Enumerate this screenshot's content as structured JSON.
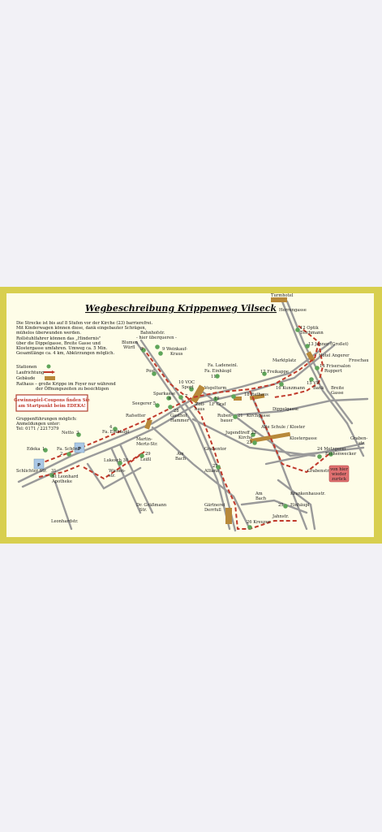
{
  "title": "Wegbeschreibung Krippenweg Vilseck",
  "intro": [
    "Die Strecke ist bis auf 8 Stufen vor der Kirche (23) barrierefrei.",
    "Mit Kinderwagen können diese, dank eingebauter Schrägen,",
    "mühelos überwunden werden.",
    "Rollstuhlfahrer können das „Hindernis\"",
    "über die Dippelgasse, Breite Gasse und",
    "Klostergasse umfahren. Umweg ca. 5 Min.",
    "Gesamtlänge ca. 4 km, Abkürzungen möglich."
  ],
  "legend": {
    "stations": "Stationen",
    "route": "Laufrichtung",
    "building": "Gebäude",
    "rathaus": [
      "Rathaus – große Krippe im Foyer nur während",
      "der Öffnungszeiten zu besichtigen"
    ]
  },
  "coupon": [
    "Gewinnspiel-Coupons finden Sie",
    "am Startpunkt beim EDEKA!"
  ],
  "groups": [
    "Gruppenführungen möglich:",
    "Anmeldungen unter:",
    "Tel: 0171 / 2217379"
  ],
  "back_box": [
    "von hier",
    "wieder",
    "zurück"
  ],
  "parking": "P",
  "colors": {
    "route": "#c0392b",
    "station": "#5fa55a",
    "building": "#b8893a",
    "road": "#9a9a9a",
    "border": "#d8cf4f",
    "paper": "#fefde8"
  },
  "labels": {
    "turmhotel": "Turmhotel",
    "herrengasse": "Herrengasse",
    "optik": "12 Optik",
    "teichmann": "Teichmann",
    "jenner": "13 Jenner (Großet)",
    "hotel_angerer": "Hotel Angerer",
    "frosch": "Froschau",
    "friseur1": "14 Frisersalon",
    "friseur2": "Ruppert",
    "vr": "15 VR",
    "bank": "Bank",
    "breite1": "Breite",
    "breite2": "Gasse",
    "marktplatz": "Marktplatz",
    "freikappe": "17 Freikappe",
    "kunzmann": "16 Kunzmann",
    "bahnhofstr1": "Bahnhofstr.",
    "bahnhofstr2": "- hier überqueren -",
    "blumen1": "Blumen",
    "blumen2": "Würfl",
    "s8": "8",
    "weinkauf1": "9 Weinkauf-",
    "weinkauf2": "Kraus",
    "post": "Post",
    "voc1": "10 VOC",
    "voc2": "Sport",
    "ladenein1": "Fa. Ladeneinl.",
    "ladenein2": "Fa. Einhäupl",
    "s11": "11",
    "vogelturm": "Vogelturm",
    "sparkasse": "Sparkasse",
    "s6": "6",
    "s7": "7",
    "zoll1": "Zoll-",
    "zoll2": "haus",
    "lfgraf1": "19",
    "lfgraf2": "LF Graf",
    "rathaus18": "18 Rathaus",
    "seegerer": "Seegerer 5",
    "gasthof1": "28",
    "gasthof2": "Gasthof",
    "gasthof3": "Hammer",
    "rubenbauer1": "Ruben-",
    "rubenbauer2": "bauer",
    "s21": "21",
    "kirchgasse": "Kirchgasse",
    "dippelgasse": "Dippelgasse",
    "rafsetter": "Rafsetter",
    "einhaupl4": "4",
    "einhaupl4b": "Fa. Einhäupl",
    "alteschule": "Alte Schule / Kloster",
    "jugendtreff1": "Jugendtreff 22",
    "jugendtreff2": "Kirche",
    "jugendtreff3": "23",
    "klostergasse": "Klostergasse",
    "graben1": "Graben-",
    "graben2": "str.",
    "netto": "Netto",
    "s3": "3",
    "edeka": "Edeka",
    "s1": "1",
    "schoenl1": "Fa. Schönl",
    "schoenl2": "2",
    "martin1": "Martin-",
    "martin2": "Mertz-Str.",
    "lukesch": "Lukesch 30",
    "s29": "29",
    "leiß": "Leißl",
    "wiesen1": "Wiesen-",
    "wiesen2": "str.",
    "ambach1": "Am",
    "ambach2": "Bach",
    "grabentor": "Grabentor",
    "allianz1": "27",
    "allianz2": "Allianz",
    "metzgerei1": "24 Metzgerei",
    "metzgerei2": "Eschenwecker",
    "grabenstr": "Grabenstr.",
    "schluchter": "Schlichter Str.",
    "s31": "31",
    "leonhard1": "St Leonhard",
    "leonhard2": "Apotheke",
    "graessmann1": "Dr. Gräßmann",
    "graessmann2": "Str.",
    "gaertnerei1": "Gärtnerei",
    "gaertnerei2": "Derrfull",
    "ambach3": "Am",
    "ambach4": "Bach",
    "krankenhaus": "Krankenhausstr.",
    "einhaupl25": "25",
    "einhaupl25b": "Einhäupl",
    "jahnstr": "Jahnstr.",
    "kreuzer": "26 Kreuzer",
    "leonhardstr": "Leonhardstr."
  }
}
